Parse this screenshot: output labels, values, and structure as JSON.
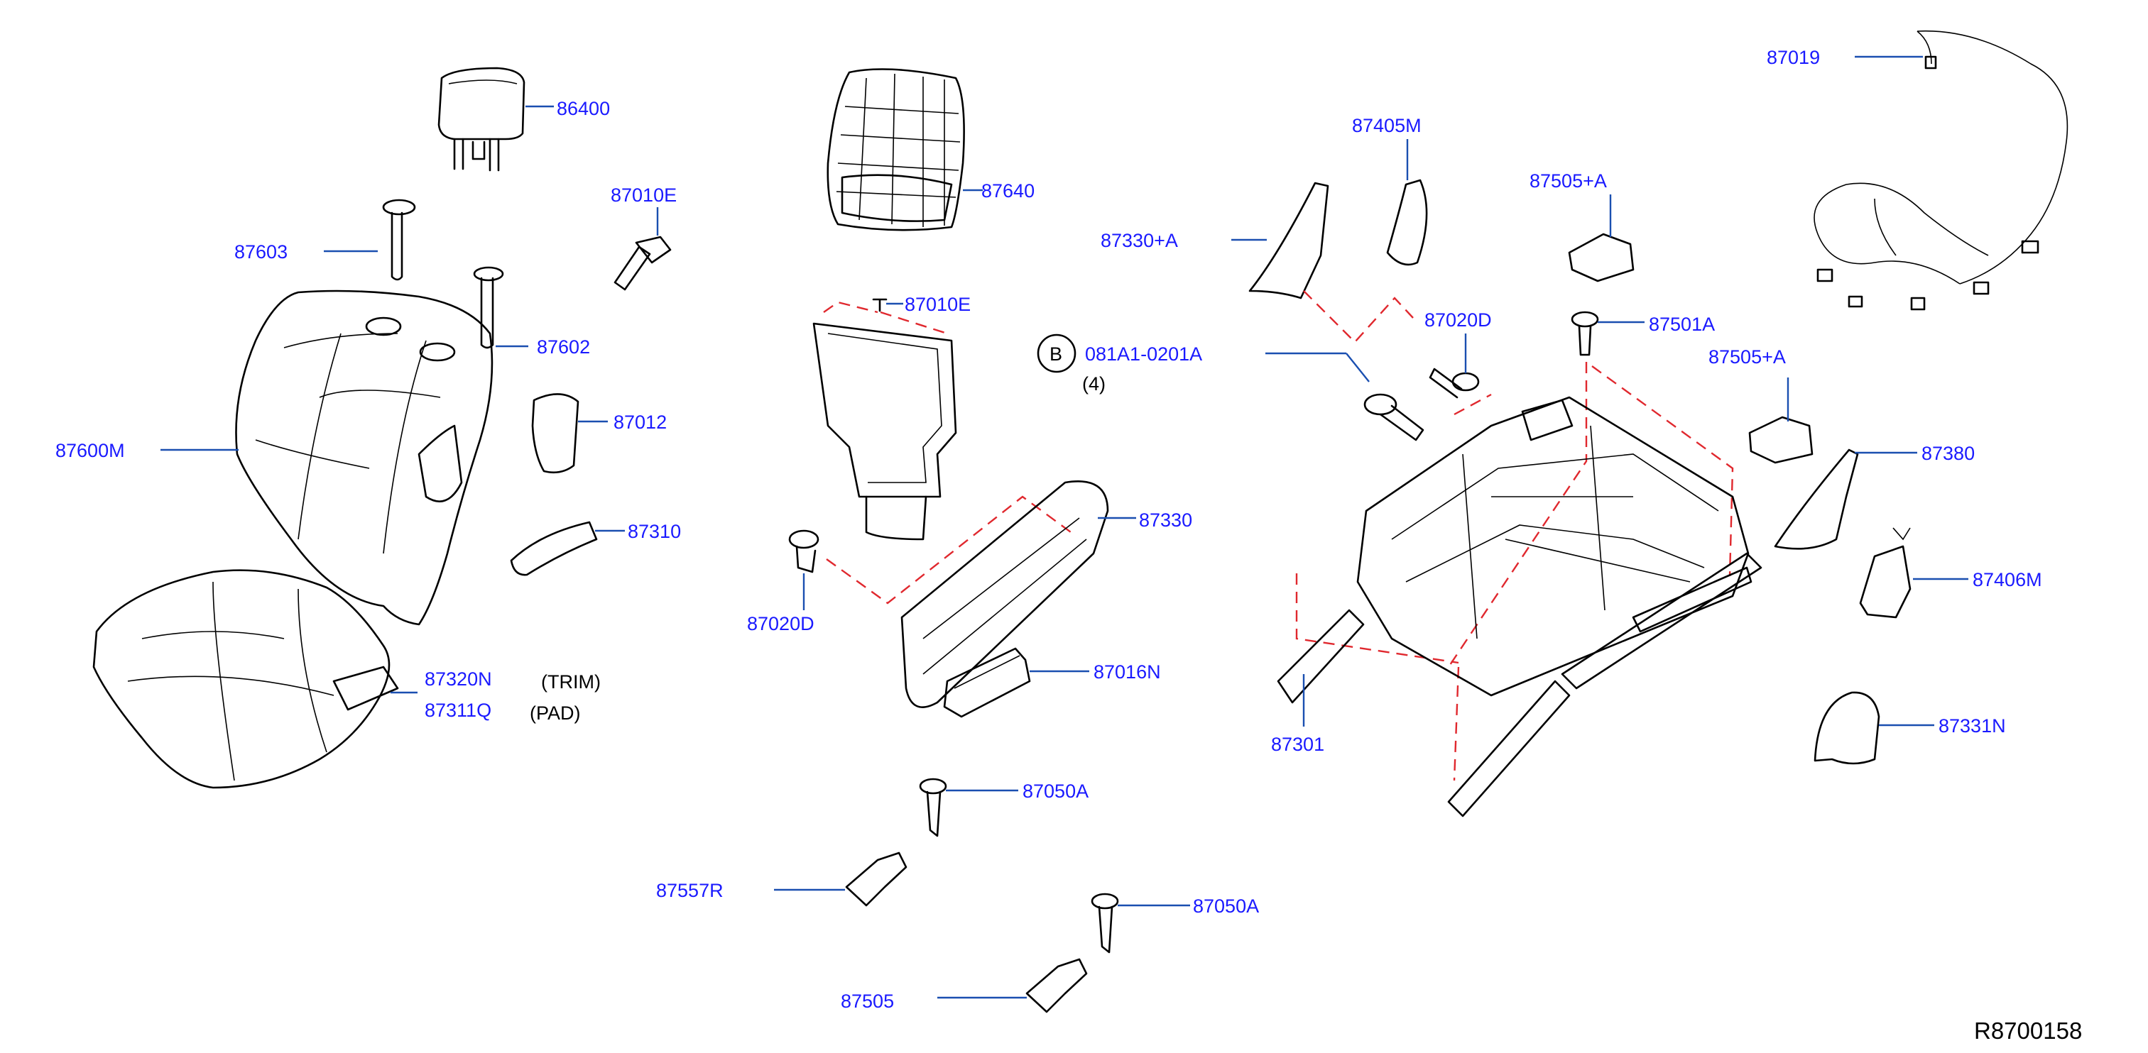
{
  "colors": {
    "callout": "#1a1aff",
    "leader": "#1a4fb0",
    "dashed_guide": "#e0282e",
    "line_art": "#000000"
  },
  "callouts": {
    "c86400": "86400",
    "c87603": "87603",
    "c87010E_1": "87010E",
    "c87602": "87602",
    "c87600M": "87600M",
    "c87012": "87012",
    "c87310": "87310",
    "c87320N": "87320N",
    "c87311Q": "87311Q",
    "c87640": "87640",
    "c87010E_2": "87010E",
    "c081A1": "081A1-0201A",
    "c87330": "87330",
    "c87020D_1": "87020D",
    "c87016N": "87016N",
    "c87050A_1": "87050A",
    "c87557R": "87557R",
    "c87050A_2": "87050A",
    "c87505": "87505",
    "c87405M": "87405M",
    "c87330A": "87330+A",
    "c87505A_1": "87505+A",
    "c87020D_2": "87020D",
    "c87501A": "87501A",
    "c87505A_2": "87505+A",
    "c87380": "87380",
    "c87406M": "87406M",
    "c87301": "87301",
    "c87331N": "87331N",
    "c87019": "87019"
  },
  "notes": {
    "trim": "(TRIM)",
    "pad": "(PAD)",
    "bolt_marker": "B",
    "quantity": "(4)"
  },
  "reference": "R8700158"
}
